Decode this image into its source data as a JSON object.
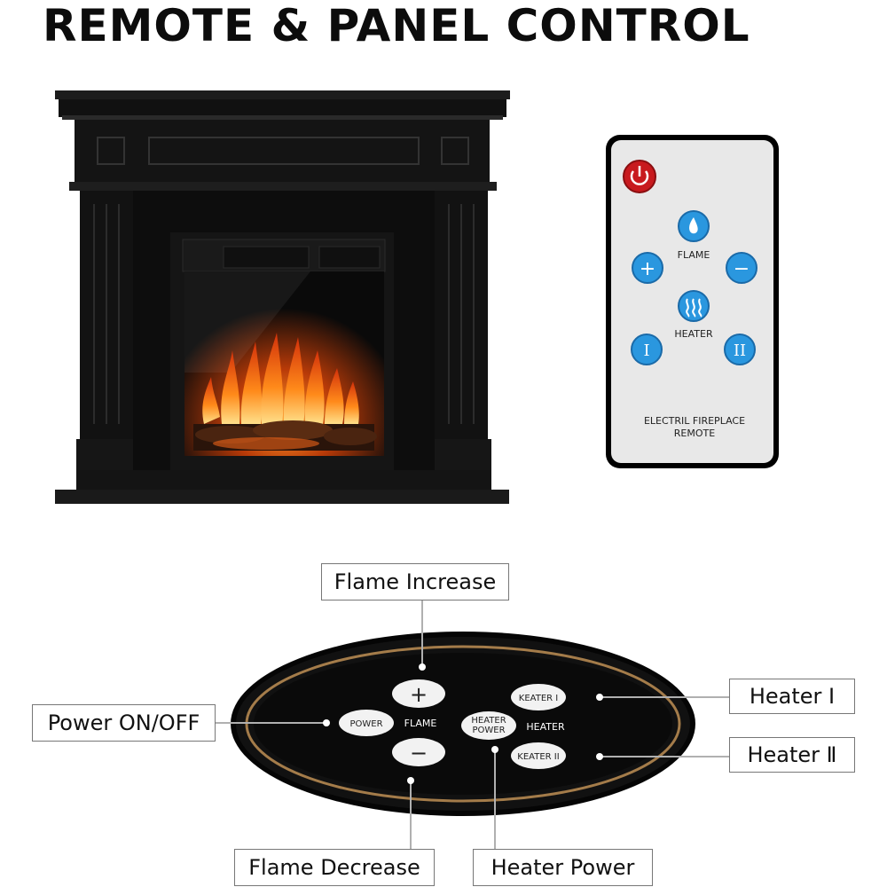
{
  "title": "REMOTE & PANEL CONTROL",
  "remote": {
    "flame_label": "FLAME",
    "heater_label": "HEATER",
    "caption_line1": "ELECTRIL FIREPLACE",
    "caption_line2": "REMOTE",
    "plus_symbol": "+",
    "minus_symbol": "−",
    "heater1_symbol": "I",
    "heater2_symbol": "II"
  },
  "panel": {
    "power_button": "POWER",
    "flame_label": "FLAME",
    "heater_power_line1": "HEATER",
    "heater_power_line2": "POWER",
    "heater_label": "HEATER",
    "heater1_button": "KEATER I",
    "heater2_button": "KEATER II",
    "plus_symbol": "+",
    "minus_symbol": "−"
  },
  "callouts": {
    "flame_increase": "Flame Increase",
    "power_onoff": "Power ON/OFF",
    "heater_1": "Heater Ⅰ",
    "heater_2": "Heater Ⅱ",
    "flame_decrease": "Flame Decrease",
    "heater_power": "Heater Power"
  },
  "colors": {
    "remote_button": "#2a97df",
    "power_button": "#c81a1e",
    "panel_background": "#0a0a0a",
    "panel_ring": "#a47c4a"
  }
}
